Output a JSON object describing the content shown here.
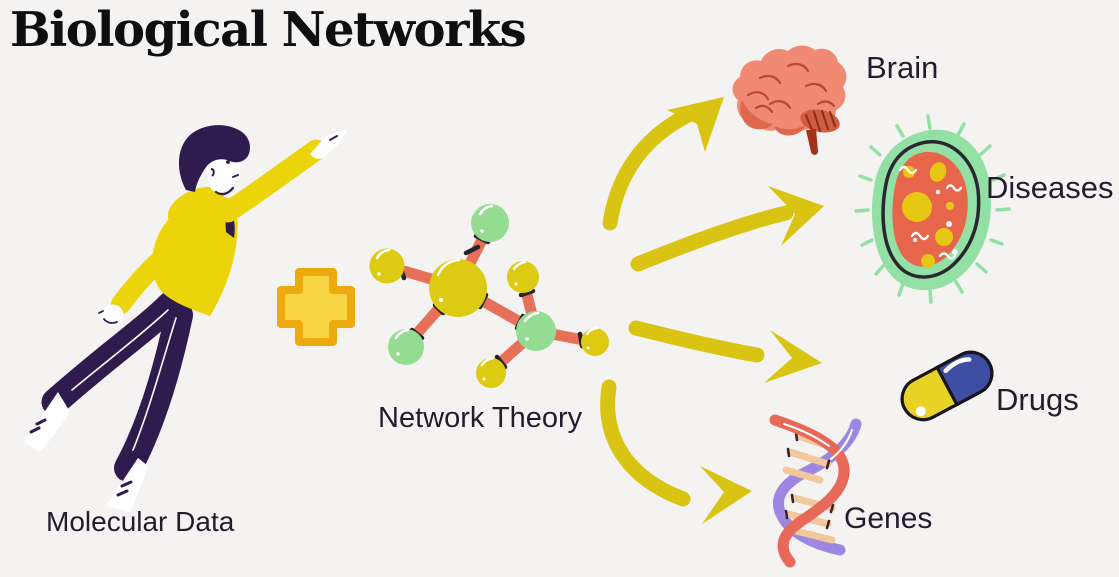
{
  "title": "Biological Networks",
  "nodes": {
    "molecular_data": {
      "label": "Molecular Data",
      "icon": "flying-person-icon"
    },
    "network_theory": {
      "label": "Network Theory",
      "icon": "molecule-network-icon"
    },
    "operator": {
      "symbol": "+",
      "icon": "plus-icon"
    }
  },
  "outputs": [
    {
      "label": "Brain",
      "icon": "brain-icon"
    },
    {
      "label": "Diseases",
      "icon": "microbe-icon"
    },
    {
      "label": "Drugs",
      "icon": "pill-icon"
    },
    {
      "label": "Genes",
      "icon": "dna-icon"
    }
  ],
  "colors": {
    "background": "#f4f3f2",
    "arrow_yellow": "#d9c414",
    "ball_yellow": "#ddca12",
    "ball_green": "#94dc92",
    "edge_salmon": "#e77059",
    "hoodie_yellow": "#ecd40a",
    "dark_purple": "#2f1b4e",
    "plus_fill": "#f7d442",
    "plus_stroke": "#eea90e",
    "brain_main": "#f08a72",
    "microbe_green": "#93e0a5",
    "microbe_body": "#e7654b",
    "pill_blue": "#3e4fa3",
    "pill_yellow": "#e9d226",
    "dna_salmon": "#e8685a",
    "dna_purple": "#9d87e2",
    "dna_rung": "#f1c79c",
    "text": "#241b2f",
    "title_text": "#0f0e10"
  }
}
